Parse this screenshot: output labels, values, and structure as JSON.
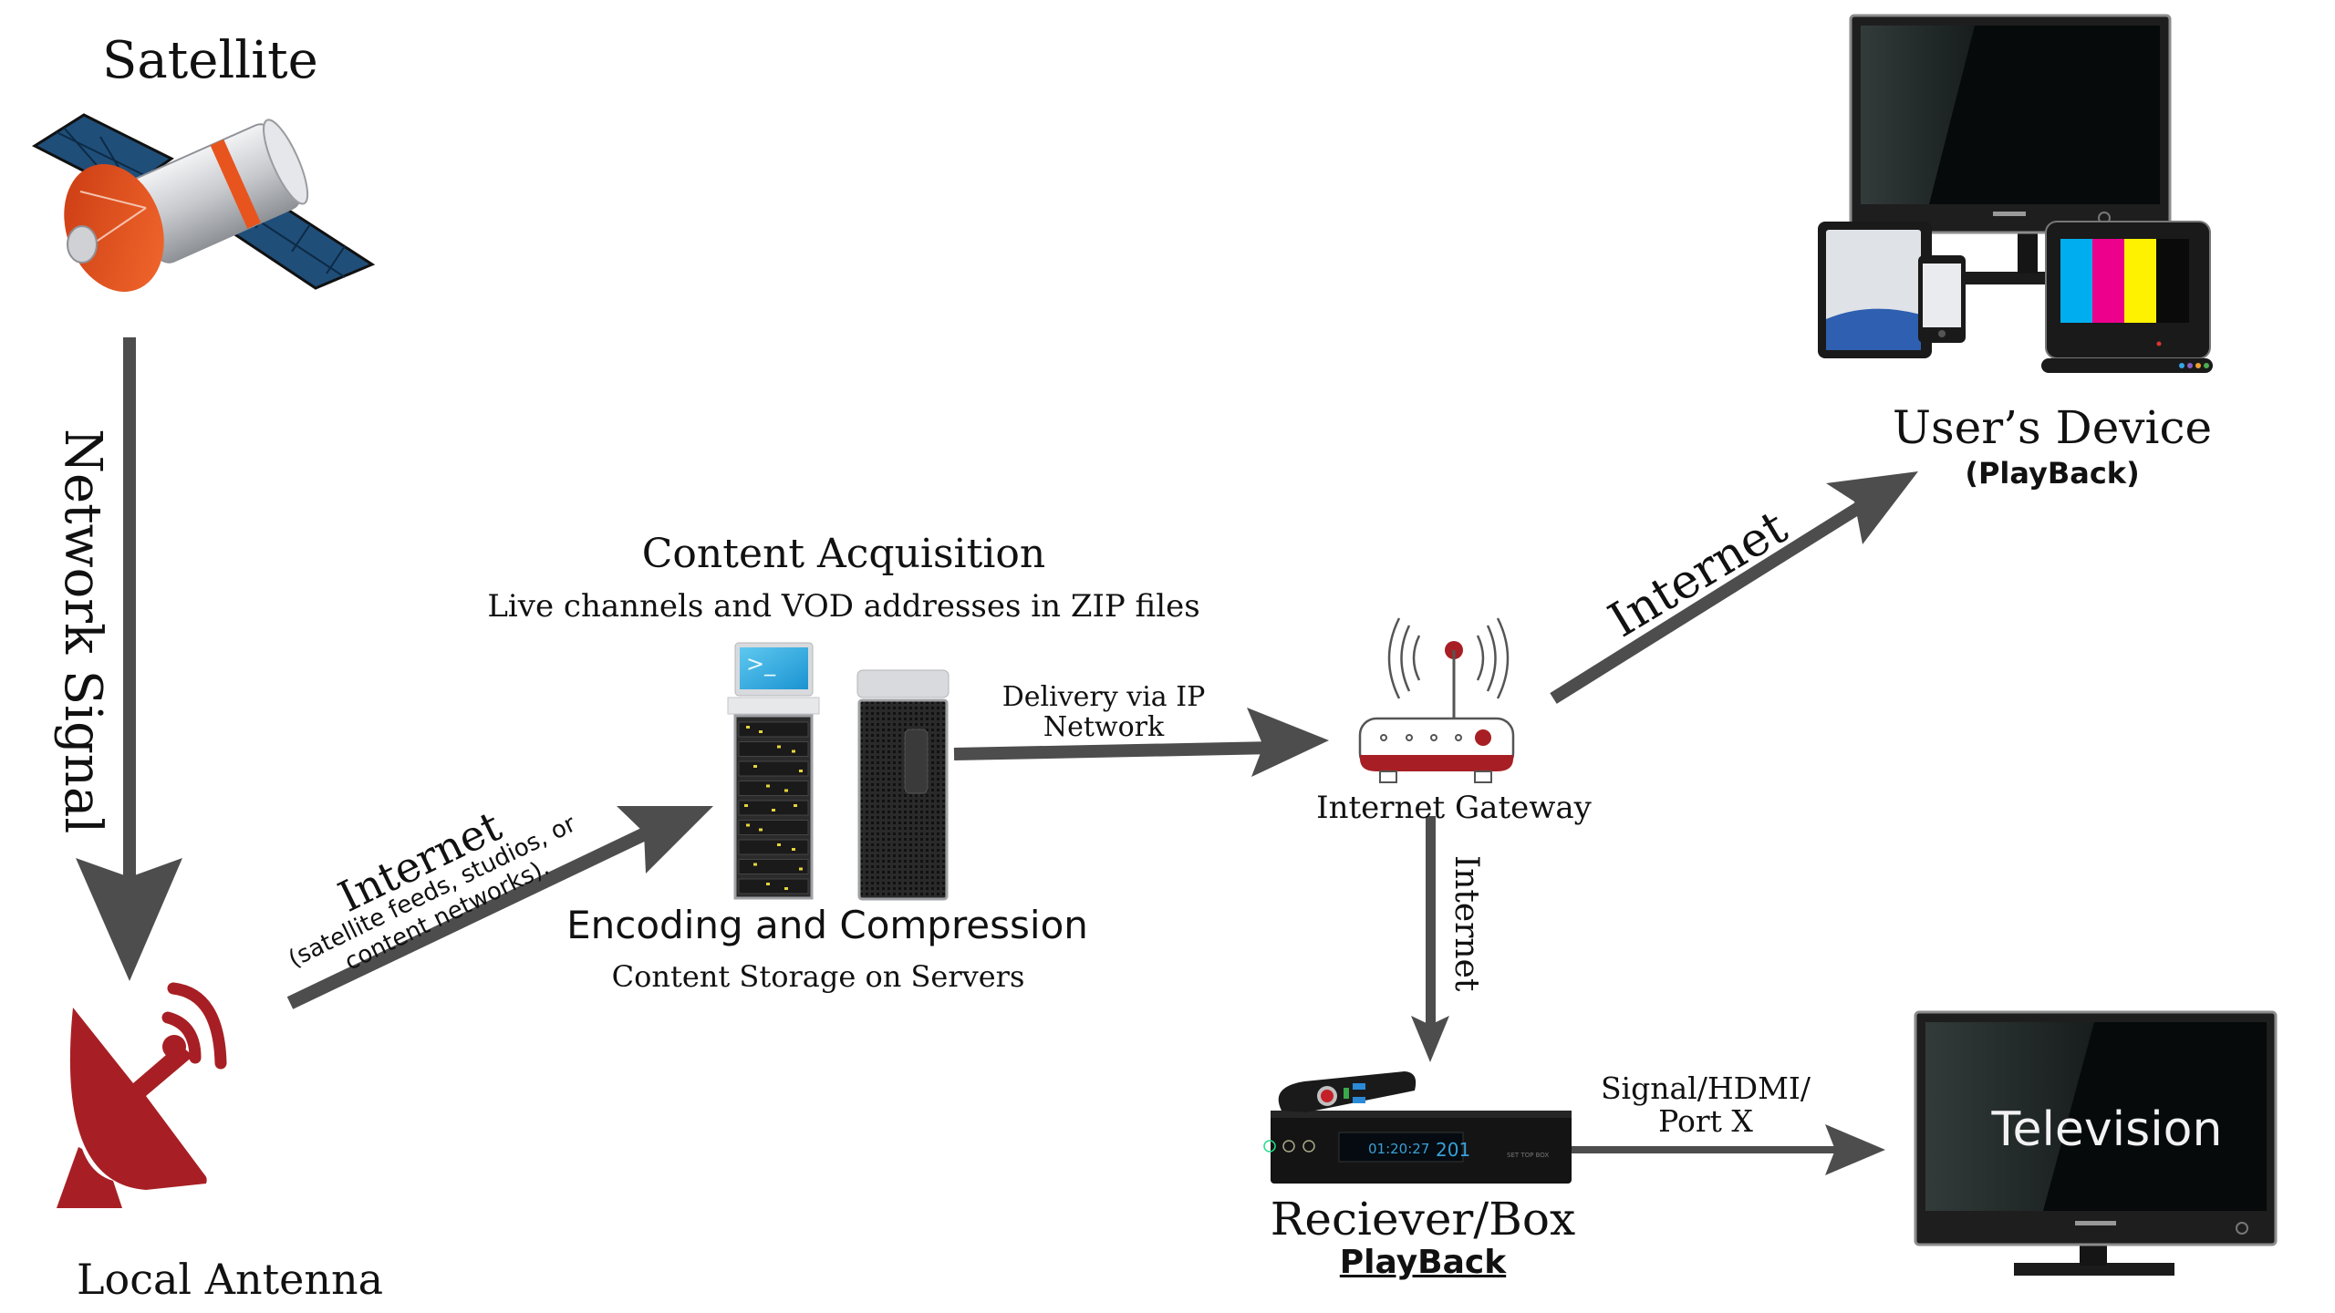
{
  "diagram": {
    "title": "IPTV delivery flow",
    "colors": {
      "arrow": "#4d4d4d",
      "accent_red": "#a71f24",
      "text": "#111111",
      "solar_panel": "#1f4e79",
      "dish_orange": "#e8541e",
      "screen_blue": "#29a9e0",
      "led_yellow": "#e5d53a"
    },
    "nodes": {
      "satellite": {
        "label": "Satellite",
        "icon": "satellite-icon"
      },
      "antenna": {
        "label": "Local Antenna",
        "icon": "antenna-dish-icon"
      },
      "acquisition": {
        "title": "Content Acquisition",
        "subtitle": "Live channels and VOD addresses in ZIP files"
      },
      "encoding": {
        "title": "Encoding and Compression",
        "subtitle": "Content Storage on Servers",
        "icon": "server-rack-icon",
        "terminal_prompt": ">_"
      },
      "gateway": {
        "label": "Internet Gateway",
        "icon": "router-icon"
      },
      "user_device": {
        "label": "User’s Device",
        "sublabel": "(PlayBack)",
        "icon": "multi-device-icon"
      },
      "receiver": {
        "label": "Reciever/Box",
        "sublabel": "PlayBack",
        "icon": "set-top-box-icon",
        "display_time": "01:20:27",
        "display_channel": "201",
        "brand_text": "SET TOP BOX"
      },
      "television": {
        "label": "Television",
        "icon": "tv-icon"
      }
    },
    "edges": {
      "network_signal": {
        "label": "Network Signal",
        "from": "satellite",
        "to": "antenna"
      },
      "antenna_to_servers": {
        "label": "Internet",
        "sublabel_line1": "(satellite feeds, studios, or",
        "sublabel_line2": "content networks).",
        "from": "antenna",
        "to": "encoding"
      },
      "delivery": {
        "label_line1": "Delivery via IP",
        "label_line2": "Network",
        "from": "encoding",
        "to": "gateway"
      },
      "gateway_to_user": {
        "label": "Internet",
        "from": "gateway",
        "to": "user_device"
      },
      "gateway_to_receiver": {
        "label": "Internet",
        "from": "gateway",
        "to": "receiver"
      },
      "receiver_to_tv": {
        "label_line1": "Signal/HDMI/",
        "label_line2": "Port X",
        "from": "receiver",
        "to": "television"
      }
    }
  }
}
